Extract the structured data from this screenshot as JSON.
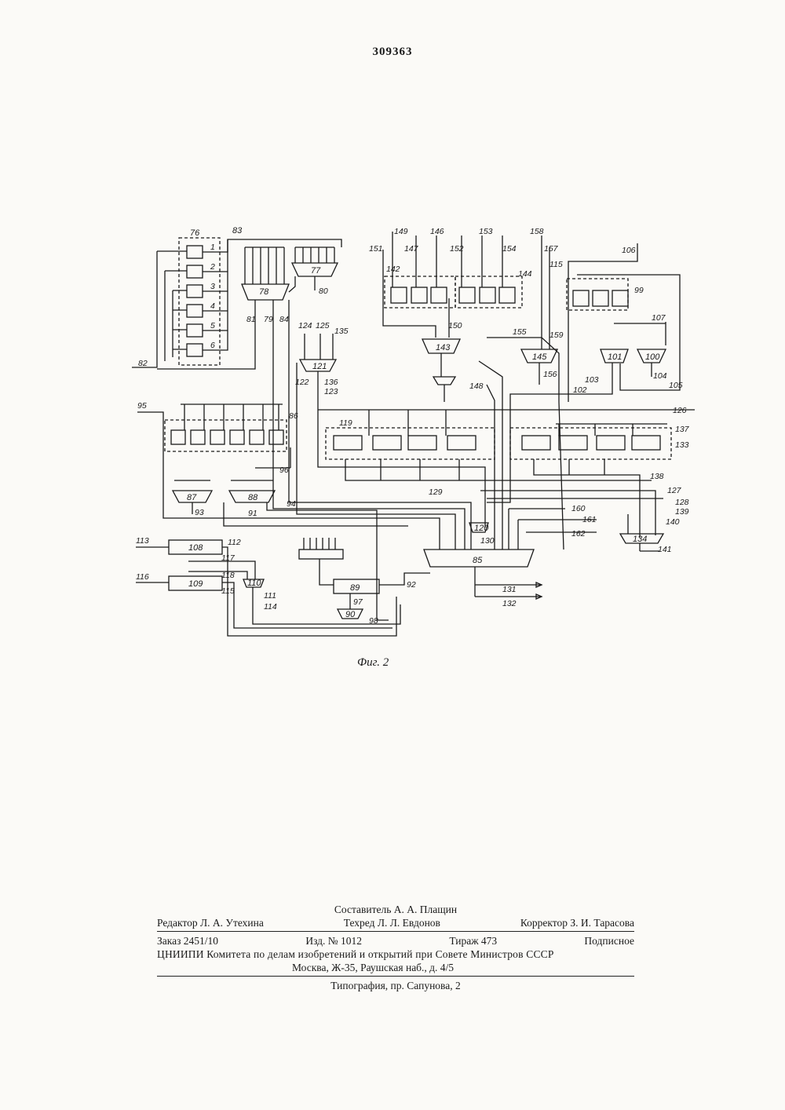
{
  "header": {
    "patent_number": "309363"
  },
  "figure": {
    "caption": "Фиг. 2",
    "labels": {
      "l76": "76",
      "l83": "83",
      "l77": "77",
      "l78": "78",
      "l80": "80",
      "l81": "81",
      "l79": "79",
      "l84": "84",
      "l82": "82",
      "l149": "149",
      "l146": "146",
      "l153": "153",
      "l158": "158",
      "l151": "151",
      "l147": "147",
      "l152": "152",
      "l154": "154",
      "l157": "157",
      "l142": "142",
      "l144": "144",
      "l115a": "115",
      "l106": "106",
      "l99": "99",
      "l107": "107",
      "l150": "150",
      "l155": "155",
      "l159": "159",
      "l143": "143",
      "l145": "145",
      "l156": "156",
      "l124": "124",
      "l125": "125",
      "l135": "135",
      "l121": "121",
      "l122": "122",
      "l136": "136",
      "l123": "123",
      "l148": "148",
      "l102": "102",
      "l103": "103",
      "l101": "101",
      "l100": "100",
      "l104": "104",
      "l105": "105",
      "l95": "95",
      "l86": "86",
      "l119": "119",
      "l126": "126",
      "l137": "137",
      "l133": "133",
      "l96": "96",
      "l87": "87",
      "l88": "88",
      "l93": "93",
      "l91": "91",
      "l94": "94",
      "l129": "129",
      "l138": "138",
      "l127": "127",
      "l128": "128",
      "l139": "139",
      "l140": "140",
      "l141": "141",
      "l134": "134",
      "l160": "160",
      "l161": "161",
      "l162": "162",
      "l120": "120",
      "l130": "130",
      "l85": "85",
      "l113": "113",
      "l108": "108",
      "l112": "112",
      "l117": "117",
      "l118": "118",
      "l116": "116",
      "l109": "109",
      "l115b": "115",
      "l110": "110",
      "l111": "111",
      "l114": "114",
      "l89": "89",
      "l92": "92",
      "l97": "97",
      "l90": "90",
      "l98": "98",
      "l131": "131",
      "l132": "132",
      "n1": "1",
      "n2": "2",
      "n3": "3",
      "n4": "4",
      "n5": "5",
      "n6": "6"
    }
  },
  "imprint": {
    "compiler": "Составитель А. А. Плащин",
    "editor": "Редактор Л. А. Утехина",
    "techred": "Техред Л. Л. Евдонов",
    "corrector": "Корректор З. И. Тарасова",
    "order": "Заказ 2451/10",
    "edition": "Изд. № 1012",
    "circulation": "Тираж 473",
    "subscription": "Подписное",
    "institute": "ЦНИИПИ Комитета по делам изобретений и открытий при Совете Министров СССР",
    "address": "Москва, Ж-35, Раушская наб., д. 4/5",
    "printer": "Типография, пр. Сапунова, 2"
  }
}
